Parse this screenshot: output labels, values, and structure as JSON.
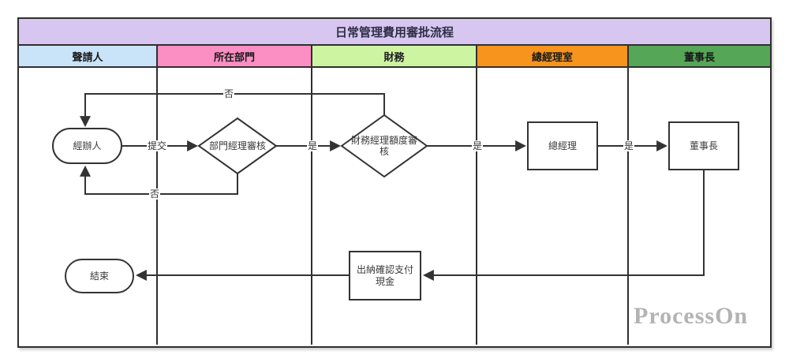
{
  "title": "日常管理費用審批流程",
  "lanes": [
    {
      "label": "聲請人",
      "color": "#c9e3f8"
    },
    {
      "label": "所在部門",
      "color": "#fb8ec3"
    },
    {
      "label": "財務",
      "color": "#cdf4a1"
    },
    {
      "label": "總經理室",
      "color": "#f7941e"
    },
    {
      "label": "董事長",
      "color": "#55a757"
    }
  ],
  "colors": {
    "title_bg": "#d7c6ef",
    "line": "#333333"
  },
  "nodes": {
    "applicant": "經辦人",
    "dept_review": "部門經理審核",
    "finance_review": "財務經理額度審\n核",
    "general_manager": "總經理",
    "chairman": "董事長",
    "cashier": "出納確認支付\n現金",
    "end": "結束"
  },
  "edge_labels": {
    "submit": "提交",
    "yes_to_finance": "是",
    "yes_to_gm": "是",
    "yes_to_chairman": "是",
    "no_top": "否",
    "no_bottom": "否"
  },
  "watermark": "ProcessOn"
}
